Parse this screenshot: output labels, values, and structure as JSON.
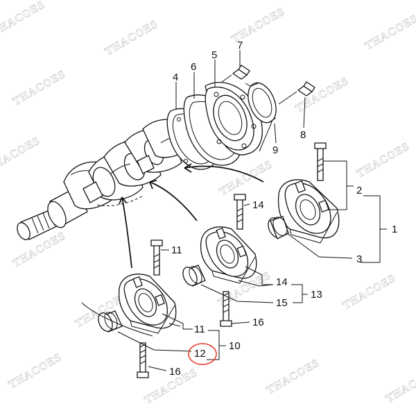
{
  "watermark": {
    "text": "THACOES",
    "color": "#d2d2d2"
  },
  "callouts": {
    "c1": "1",
    "c2": "2",
    "c3": "3",
    "c4": "4",
    "c5": "5",
    "c6": "6",
    "c7": "7",
    "c8": "8",
    "c9": "9",
    "c10": "10",
    "c11a": "11",
    "c11b": "11",
    "c12": "12",
    "c13": "13",
    "c14a": "14",
    "c14b": "14",
    "c15": "15",
    "c16a": "16",
    "c16b": "16"
  },
  "highlight": {
    "target": "12",
    "color": "#e23a2a"
  }
}
